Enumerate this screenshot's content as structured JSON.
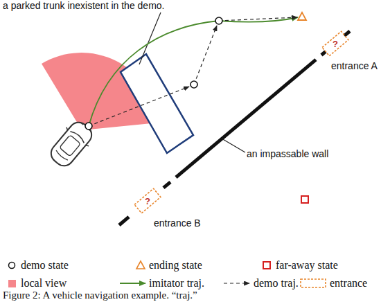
{
  "diagram": {
    "caption": "Figure 2: A vehicle navigation example. “traj.”",
    "nodes": [
      {
        "text": [
          "?",
          "entrance A"
        ]
      },
      {
        "text": [
          "?",
          "entrance B"
        ]
      }
    ],
    "labels": [
      "a parked trunk inexistent in the demo.",
      "an impassable wall"
    ],
    "legend": [
      {
        "text": "demo state"
      },
      {
        "text": "ending state"
      },
      {
        "text": "far-away state"
      },
      {
        "text": "local view",
        "color": "#f5868b"
      },
      {
        "text": "imitator traj."
      },
      {
        "text": "demo traj."
      },
      {
        "text": "entrance"
      }
    ]
  }
}
